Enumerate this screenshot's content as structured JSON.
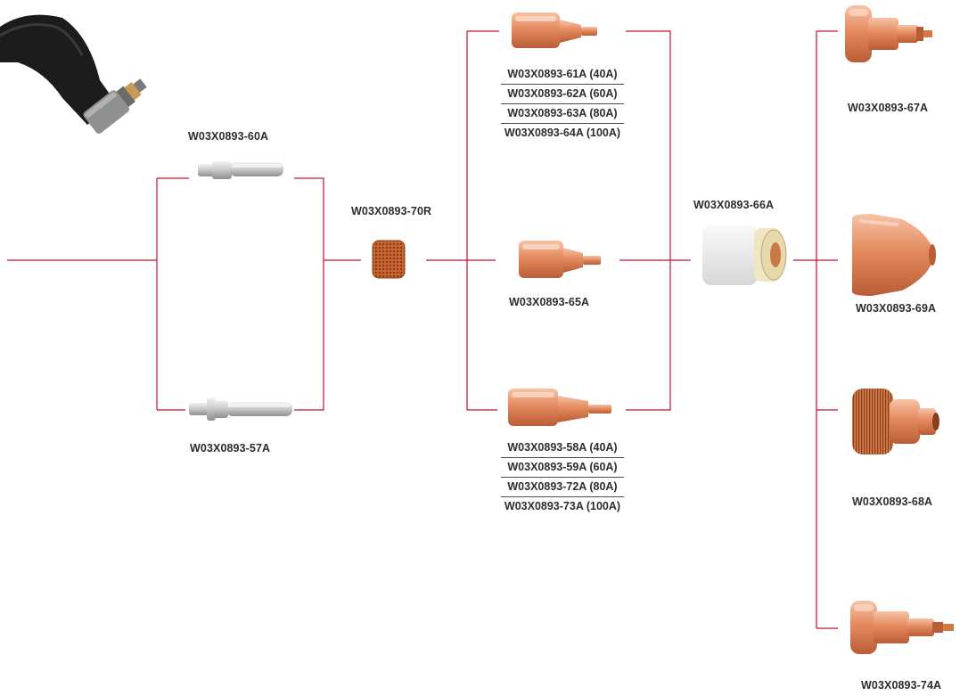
{
  "colors": {
    "line": "#c8102e",
    "text": "#2d2d2d",
    "copper": "#e58a5f",
    "ceramic": "#ececec",
    "handle": "#222222",
    "silver": "#c8c8c8"
  },
  "labels": {
    "electrode_short": "W03X0893-60A",
    "electrode_long": "W03X0893-57A",
    "swirl_ring": "W03X0893-70R",
    "retaining_cap": "W03X0893-66A",
    "nozzles_top": [
      "W03X0893-61A (40A)",
      "W03X0893-62A (60A)",
      "W03X0893-63A (80A)",
      "W03X0893-64A (100A)"
    ],
    "nozzle_mid": "W03X0893-65A",
    "nozzles_bottom": [
      "W03X0893-58A (40A)",
      "W03X0893-59A (60A)",
      "W03X0893-72A (80A)",
      "W03X0893-73A (100A)"
    ],
    "shield_1": "W03X0893-67A",
    "shield_2": "W03X0893-69A",
    "shield_3": "W03X0893-68A",
    "shield_4": "W03X0893-74A"
  }
}
